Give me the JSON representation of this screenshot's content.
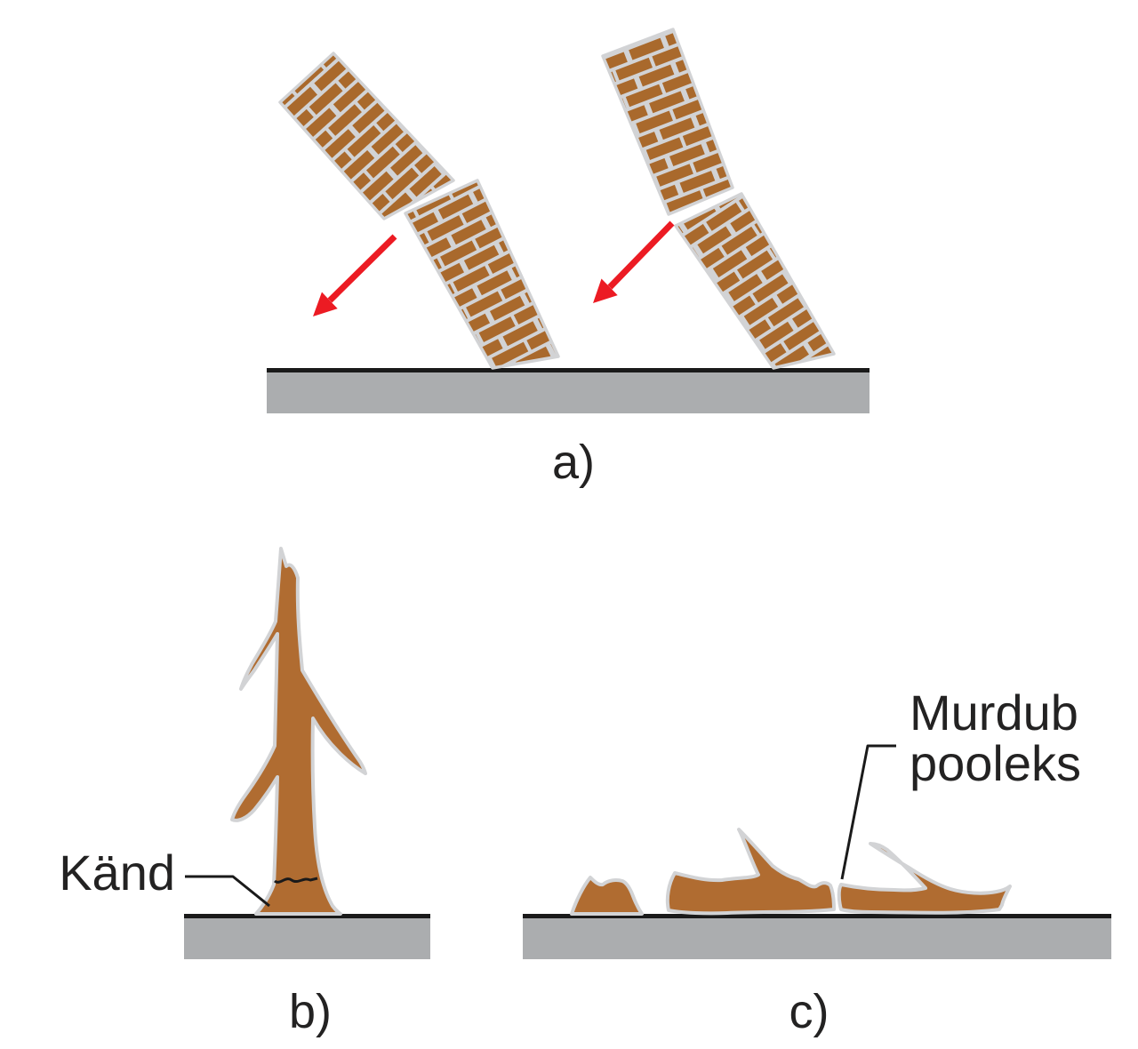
{
  "labels": {
    "panel_a": "a)",
    "panel_b": "b)",
    "panel_c": "c)",
    "stump_callout": "Känd",
    "break_callout_line1": "Murdub",
    "break_callout_line2": "pooleks"
  },
  "icons": {
    "fall_arrow_left": "red-arrow-pointing-down-left",
    "fall_arrow_right": "red-arrow-pointing-down-left"
  },
  "colors": {
    "brick": "#a9692c",
    "mortar": "#d2d3d5",
    "wood": "#b06c31",
    "ground": "#abadaf",
    "ink": "#1a1a1a",
    "arrow_red": "#ec1b23",
    "text": "#232222",
    "background": "#ffffff"
  }
}
